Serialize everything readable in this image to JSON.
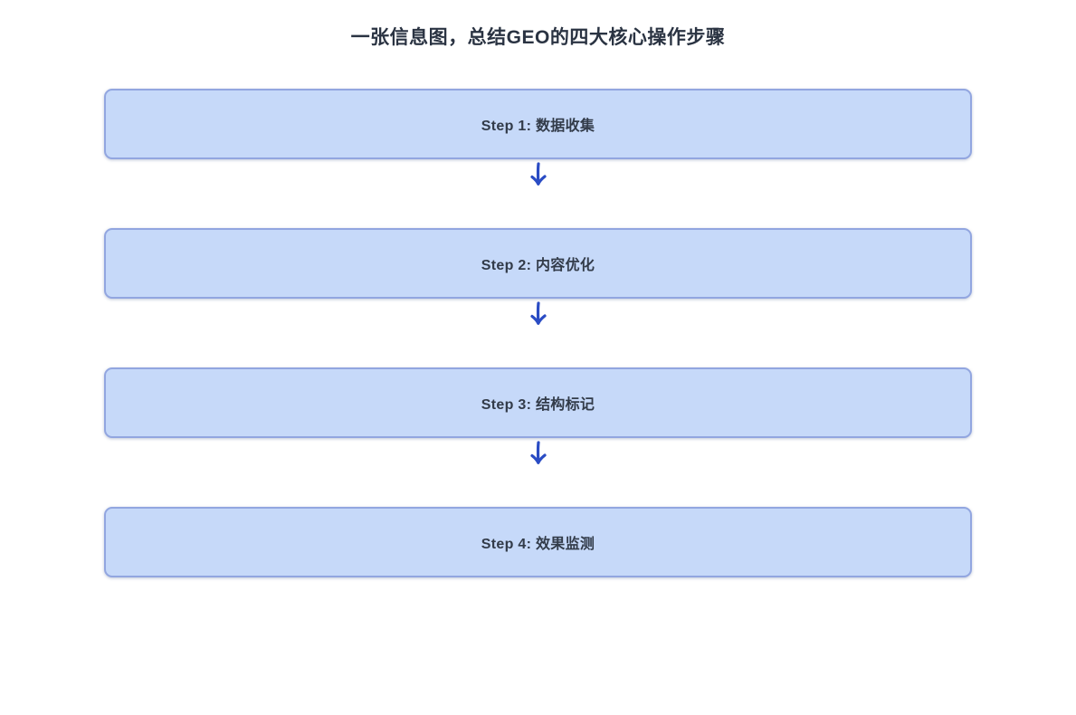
{
  "page": {
    "title": "一张信息图，总结GEO的四大核心操作步骤",
    "background": "#ffffff"
  },
  "flow": {
    "steps": [
      {
        "label": "Step 1: 数据收集"
      },
      {
        "label": "Step 2: 内容优化"
      },
      {
        "label": "Step 3: 结构标记"
      },
      {
        "label": "Step 4: 效果监测"
      }
    ],
    "connector": "down-arrow",
    "colors": {
      "node_fill": "#c6d9f9",
      "node_border": "#92a6e0",
      "node_text": "#323b49",
      "arrow": "#2a4cc4",
      "title_text": "#2a3342"
    }
  }
}
